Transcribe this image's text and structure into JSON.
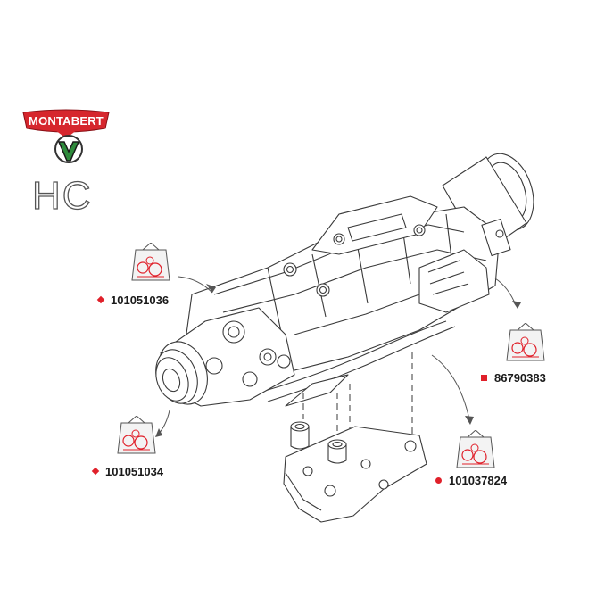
{
  "brand": {
    "name": "MONTABERT",
    "series": "HC",
    "colors": {
      "red": "#d6262d",
      "green": "#2e8b3c",
      "marker": "#e0202a"
    }
  },
  "kits": [
    {
      "part_number": "101051036",
      "marker": "diamond",
      "icon": "seal-kit-icon"
    },
    {
      "part_number": "101051034",
      "marker": "diamond",
      "icon": "seal-kit-icon"
    },
    {
      "part_number": "86790383",
      "marker": "square",
      "icon": "seal-kit-icon"
    },
    {
      "part_number": "101037824",
      "marker": "circle",
      "icon": "seal-kit-icon"
    }
  ],
  "drawing": {
    "icon": "hydraulic-drifter-drawing-icon",
    "mount": "mounting-plate-icon"
  }
}
